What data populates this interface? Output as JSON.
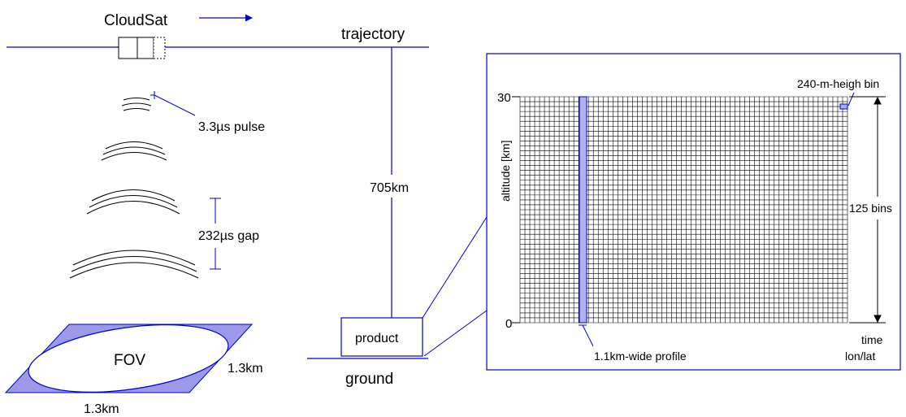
{
  "satellite": {
    "name": "CloudSat",
    "pulse_label": "3.3µs pulse",
    "gap_label": "232µs gap"
  },
  "orbit": {
    "trajectory_label": "trajectory",
    "altitude_label": "705km",
    "ground_label": "ground",
    "product_label": "product"
  },
  "footprint": {
    "fov_label": "FOV",
    "side_label": "1.3km",
    "bottom_label": "1.3km"
  },
  "product_grid": {
    "y_axis_label": "altitude [km]",
    "y_top_tick": "30",
    "y_bottom_tick": "0",
    "bin_label": "240-m-heigh bin",
    "bins_label": "125 bins",
    "profile_label": "1.1km-wide profile",
    "x_axis_label_line1": "time",
    "x_axis_label_line2": "lon/lat"
  },
  "colors": {
    "line_blue": "#0000cc",
    "fill_lavender": "#9a9ae8",
    "profile_fill": "#b0b0f0"
  }
}
